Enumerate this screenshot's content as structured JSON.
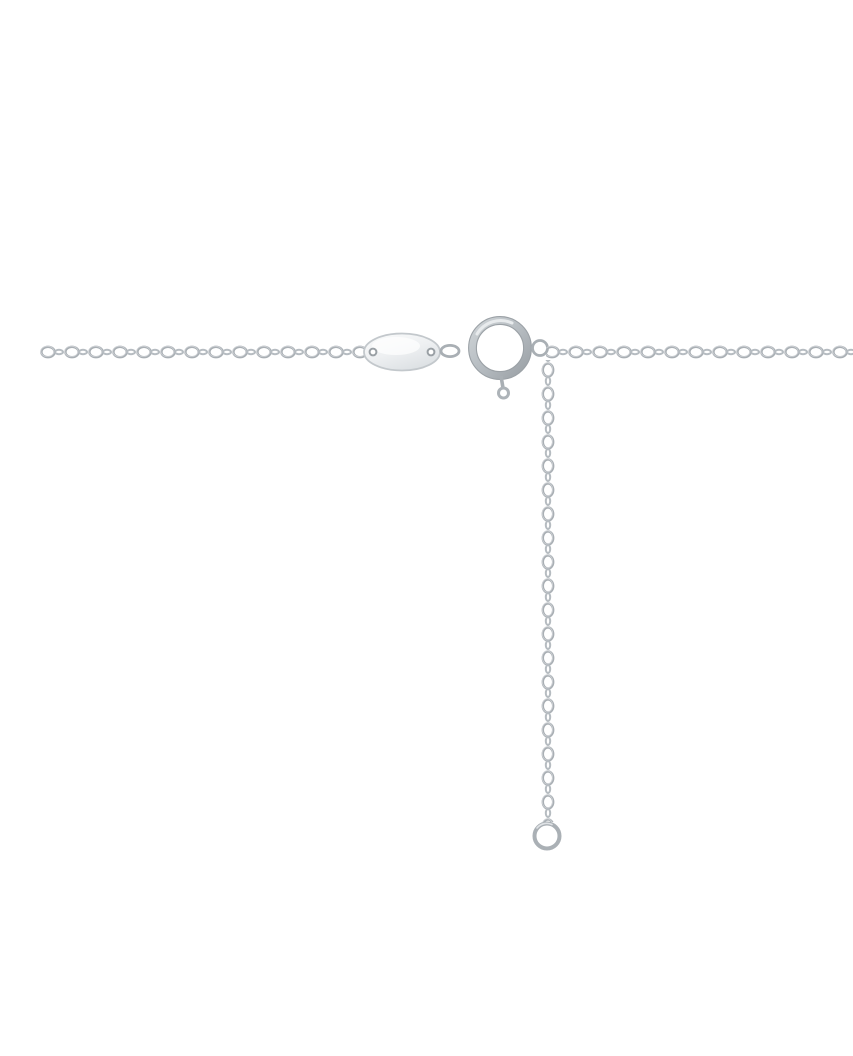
{
  "image": {
    "type": "product-photo",
    "description": "Silver cable-link chain necklace on a plain white background: horizontal chain with an oval brand tag, a round spring-ring clasp, and a vertical extender chain hanging down that ends in a small open jump ring.",
    "background_color": "#ffffff",
    "palette": {
      "silver_highlight": "#e8ebed",
      "silver_light": "#c9ced2",
      "silver": "#b6bcc1",
      "silver_mid": "#a9afb4",
      "silver_dark": "#8f959a"
    },
    "parts": [
      {
        "name": "left-chain-segment",
        "label": "horizontal cable chain (left)"
      },
      {
        "name": "oval-tag",
        "label": "polished oval tag with two holes"
      },
      {
        "name": "connector-link",
        "label": "oval connector link"
      },
      {
        "name": "spring-ring-clasp",
        "label": "round spring-ring clasp"
      },
      {
        "name": "clasp-trigger",
        "label": "small pull-tab loop under clasp"
      },
      {
        "name": "jump-ring",
        "label": "jump ring joining clasp, chain and extender"
      },
      {
        "name": "right-chain-segment",
        "label": "horizontal cable chain (right)"
      },
      {
        "name": "extender-chain",
        "label": "vertical extender chain"
      },
      {
        "name": "extender-end-ring",
        "label": "open ring at end of extender"
      }
    ]
  }
}
